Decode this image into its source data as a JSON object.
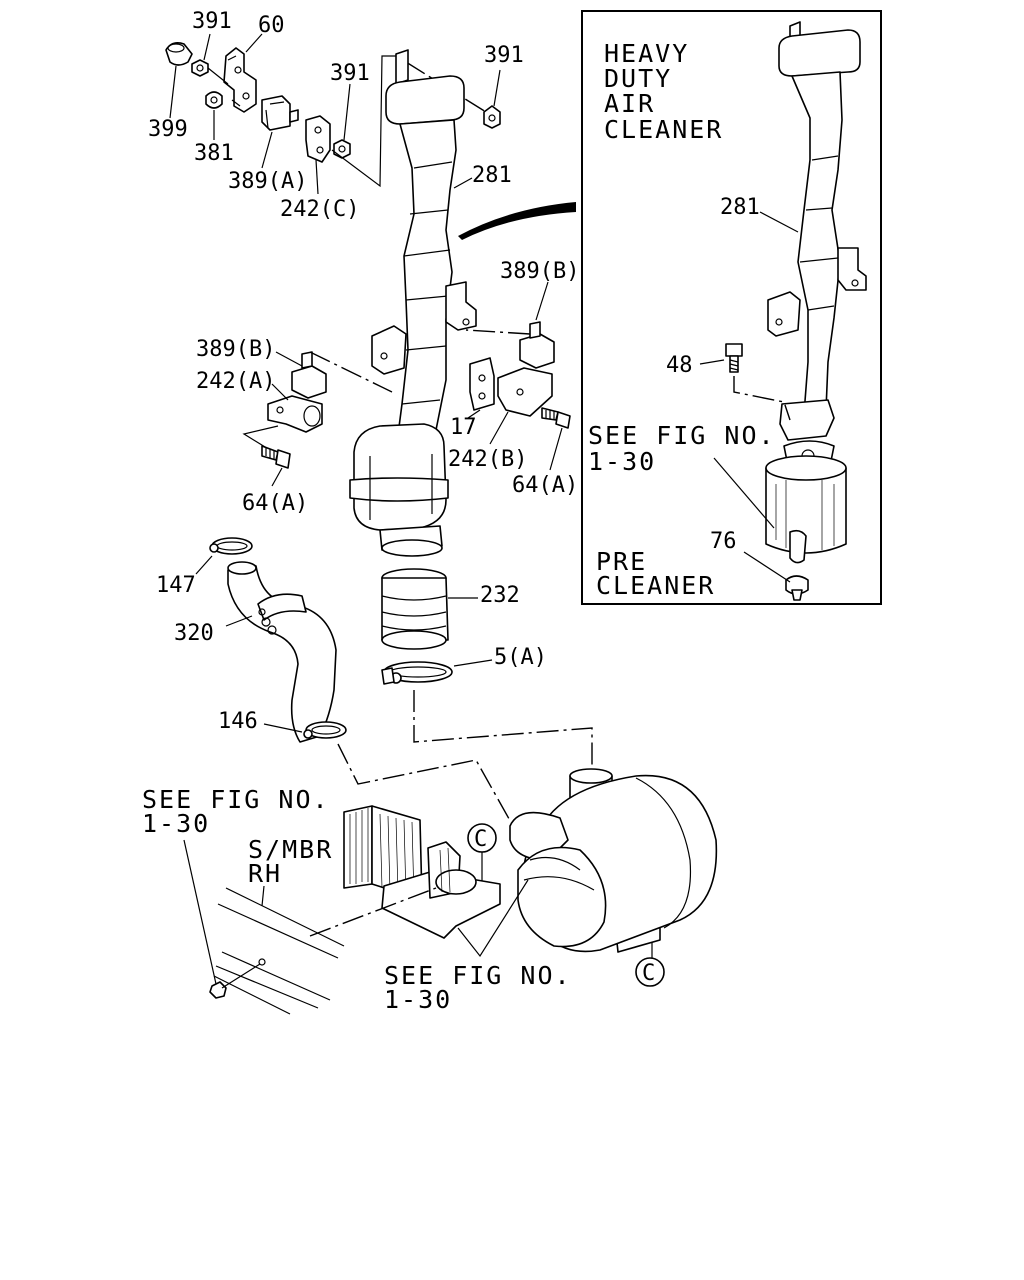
{
  "inset": {
    "title_lines": [
      "HEAVY",
      "DUTY",
      "AIR",
      "CLEANER"
    ],
    "pre_cleaner_lines": [
      "PRE",
      "CLEANER"
    ],
    "see_fig_lines": [
      "SEE FIG NO.",
      "1-30"
    ],
    "callouts": {
      "snorkel": "281",
      "bolt": "48",
      "pre_cleaner": "76"
    }
  },
  "callouts": {
    "cap_399": "399",
    "nut_391_a": "391",
    "bracket_60": "60",
    "washer_381": "381",
    "mount_389a": "389(A)",
    "nut_391_b": "391",
    "bracket_242c": "242(C)",
    "nut_391_c": "391",
    "snorkel_281": "281",
    "mount_389b_right": "389(B)",
    "mount_389b_left": "389(B)",
    "bracket_242a": "242(A)",
    "bracket_17": "17",
    "bracket_242b": "242(B)",
    "bolt_64a_left": "64(A)",
    "bolt_64a_right": "64(A)",
    "clamp_147": "147",
    "hose_320": "320",
    "boot_232": "232",
    "clamp_5a": "5(A)",
    "clamp_146": "146",
    "circle_c_upper": "C",
    "circle_c_lower": "C"
  },
  "notes": {
    "see_fig_left_lines": [
      "SEE FIG NO.",
      "1-30"
    ],
    "see_fig_bottom_lines": [
      "SEE FIG NO.",
      "1-30"
    ],
    "side_member_lines": [
      "S/MBR",
      "RH"
    ]
  }
}
